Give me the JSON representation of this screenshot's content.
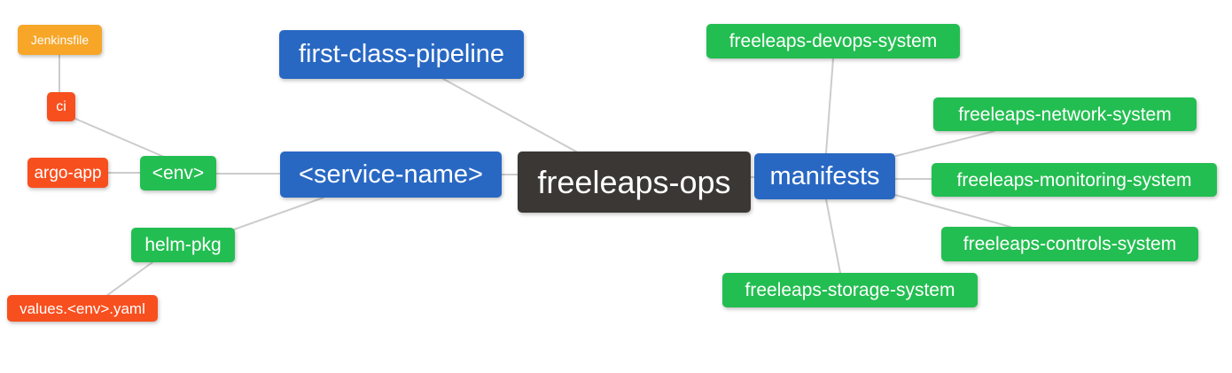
{
  "diagram": {
    "type": "mindmap",
    "root": "freeleaps-ops",
    "colors": {
      "blue": "#2868c3",
      "green": "#23be51",
      "red": "#f84f1e",
      "orange": "#f7a628",
      "dark": "#3b3735",
      "edge": "#cccccc",
      "text": "#ffffff",
      "background": "#ffffff"
    },
    "nodes": {
      "freeleaps_ops": {
        "label": "freeleaps-ops",
        "color_role": "dark"
      },
      "first_class_pipeline": {
        "label": "first-class-pipeline",
        "color_role": "blue"
      },
      "service_name": {
        "label": "<service-name>",
        "color_role": "blue"
      },
      "manifests": {
        "label": "manifests",
        "color_role": "blue"
      },
      "env": {
        "label": "<env>",
        "color_role": "green"
      },
      "helm_pkg": {
        "label": "helm-pkg",
        "color_role": "green"
      },
      "ci": {
        "label": "ci",
        "color_role": "red"
      },
      "argo_app": {
        "label": "argo-app",
        "color_role": "red"
      },
      "jenkinsfile": {
        "label": "Jenkinsfile",
        "color_role": "orange"
      },
      "values_env_yaml": {
        "label": "values.<env>.yaml",
        "color_role": "red"
      },
      "devops_system": {
        "label": "freeleaps-devops-system",
        "color_role": "green"
      },
      "network_system": {
        "label": "freeleaps-network-system",
        "color_role": "green"
      },
      "monitoring_system": {
        "label": "freeleaps-monitoring-system",
        "color_role": "green"
      },
      "controls_system": {
        "label": "freeleaps-controls-system",
        "color_role": "green"
      },
      "storage_system": {
        "label": "freeleaps-storage-system",
        "color_role": "green"
      }
    },
    "edges": [
      {
        "from": "jenkinsfile",
        "to": "ci"
      },
      {
        "from": "ci",
        "to": "env"
      },
      {
        "from": "argo_app",
        "to": "env"
      },
      {
        "from": "env",
        "to": "service_name"
      },
      {
        "from": "helm_pkg",
        "to": "service_name"
      },
      {
        "from": "values_env_yaml",
        "to": "helm_pkg"
      },
      {
        "from": "first_class_pipeline",
        "to": "freeleaps_ops"
      },
      {
        "from": "service_name",
        "to": "freeleaps_ops"
      },
      {
        "from": "freeleaps_ops",
        "to": "manifests"
      },
      {
        "from": "manifests",
        "to": "devops_system"
      },
      {
        "from": "manifests",
        "to": "network_system"
      },
      {
        "from": "manifests",
        "to": "monitoring_system"
      },
      {
        "from": "manifests",
        "to": "controls_system"
      },
      {
        "from": "manifests",
        "to": "storage_system"
      }
    ]
  }
}
